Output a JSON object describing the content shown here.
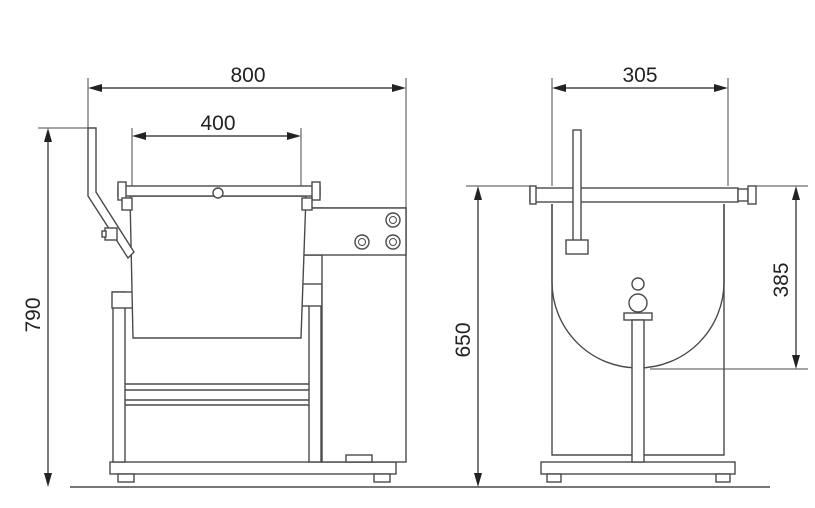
{
  "dimensions": {
    "overall_width": "800",
    "bowl_width": "400",
    "overall_height": "790",
    "side_height": "650",
    "side_width": "305",
    "tilt_height": "385"
  },
  "colors": {
    "line": "#4a4a4a",
    "dimension": "#222222",
    "background": "#ffffff"
  }
}
